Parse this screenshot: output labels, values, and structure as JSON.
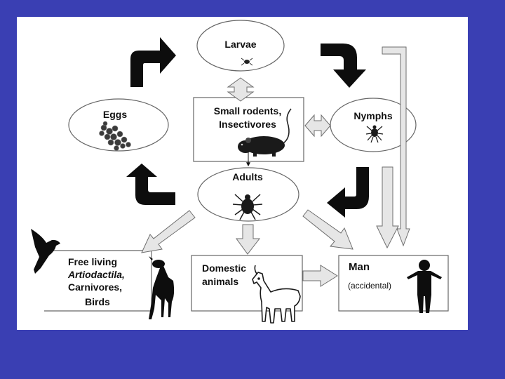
{
  "nodes": {
    "larvae": "Larvae",
    "eggs": "Eggs",
    "nymphs": "Nymphs",
    "hosts_line1": "Small rodents,",
    "hosts_line2": "Insectivores",
    "adults": "Adults",
    "freeliving_line1": "Free living",
    "freeliving_line2": "Artiodactila,",
    "freeliving_line3": "Carnivores,",
    "freeliving_line4": "Birds",
    "domestic_line1": "Domestic",
    "domestic_line2": "animals",
    "man": "Man",
    "accidental": "(accidental)"
  },
  "colors": {
    "background": "#3a3fb3",
    "panel": "#ffffff",
    "cycle_arrow": "#0d0d0d",
    "host_arrow_fill": "#e6e6e6",
    "outline": "#6e6e6e"
  },
  "icons": {
    "larva": "tick-icon",
    "eggs": "egg-cluster-icon",
    "rodent": "rodent-icon",
    "nymph": "tick-icon",
    "adult": "tick-icon",
    "bird": "bird-silhouette-icon",
    "deer": "deer-silhouette-icon",
    "goat": "goat-icon",
    "person": "person-silhouette-icon"
  }
}
